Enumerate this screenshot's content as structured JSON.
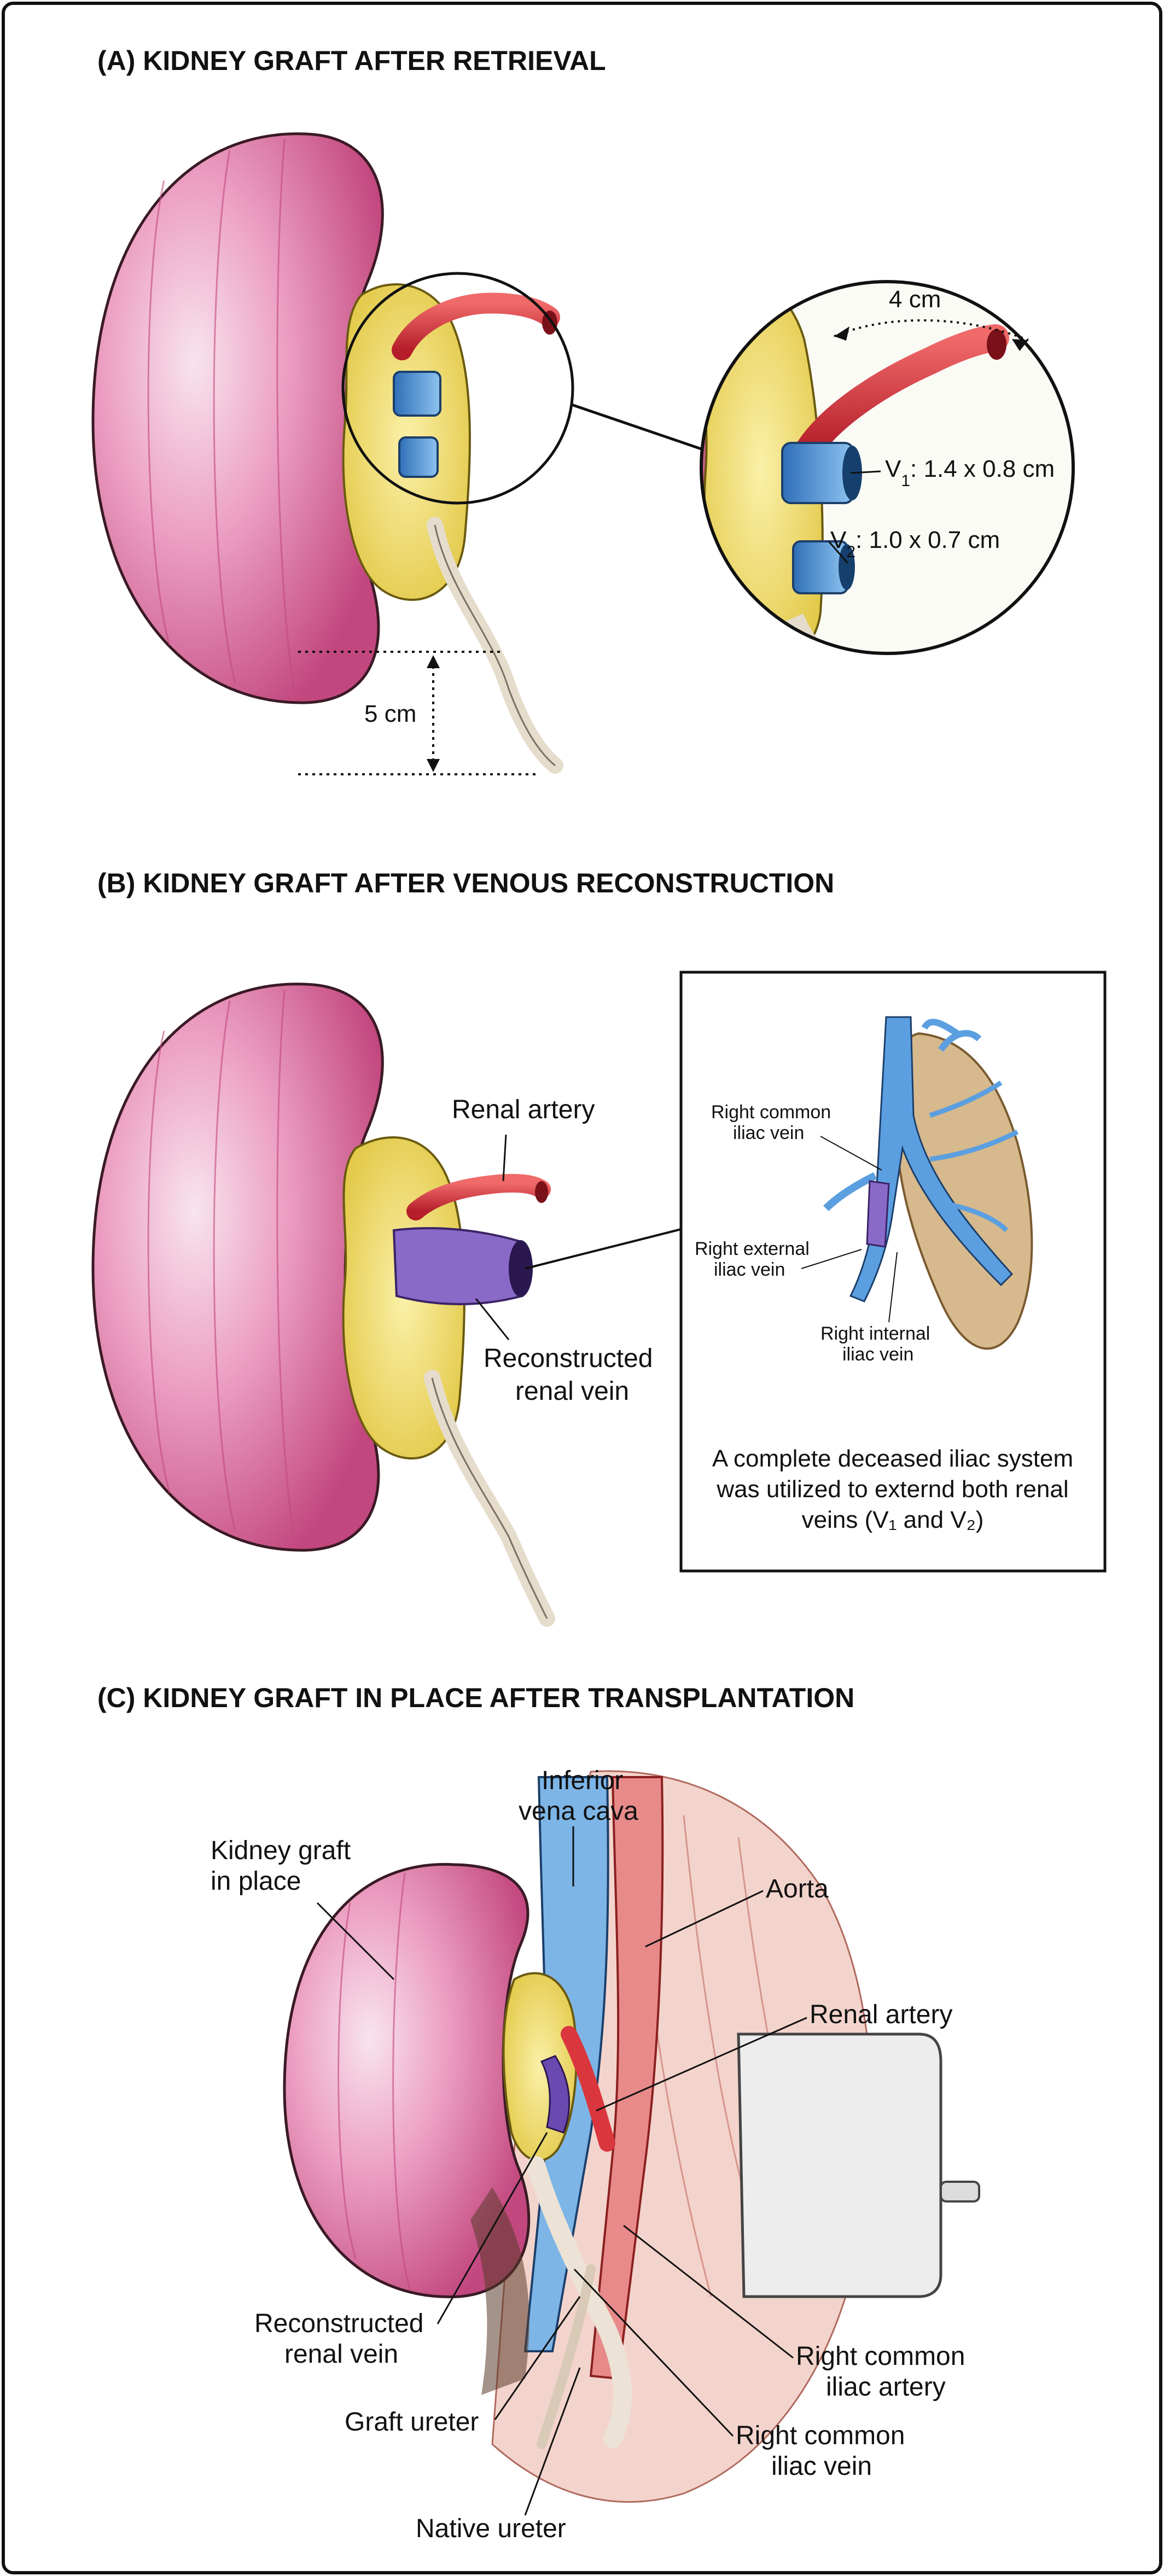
{
  "colors": {
    "kidney": "#e58bb0",
    "kidney_dark": "#c2477e",
    "fat": "#f4e07c",
    "artery": "#d9363e",
    "vein": "#4a90d6",
    "reconstruction": "#7a58b8",
    "ureter": "#ece3d6",
    "bone": "#d6b98d"
  },
  "panel_a": {
    "title": "(A) KIDNEY GRAFT AFTER RETRIEVAL",
    "artery_length": "4 cm",
    "ureter_length": "5 cm",
    "v1_letter": "V",
    "v1_sub": "1",
    "v1_dims": ": 1.4 x 0.8 cm",
    "v2_letter": "V",
    "v2_sub": "2",
    "v2_dims": ": 1.0 x 0.7 cm"
  },
  "panel_b": {
    "title": "(B)  KIDNEY GRAFT AFTER  VENOUS RECONSTRUCTION",
    "renal_artery": "Renal artery",
    "reconstructed_line1": "Reconstructed",
    "reconstructed_line2": "renal vein",
    "inset": {
      "right_common_line1": "Right common",
      "right_common_line2": "iliac vein",
      "right_external_line1": "Right external",
      "right_external_line2": "iliac vein",
      "right_internal_line1": "Right internal",
      "right_internal_line2": "iliac vein",
      "caption_line1": "A complete deceased iliac system",
      "caption_line2": "was utilized to externd both renal",
      "caption_line3": "veins (V₁ and V₂)"
    }
  },
  "panel_c": {
    "title": "(C)  KIDNEY GRAFT IN PLACE  AFTER TRANSPLANTATION",
    "ivc_line1": "Inferior",
    "ivc_line2": "vena cava",
    "kidney_line1": "Kidney graft",
    "kidney_line2": "in place",
    "aorta": "Aorta",
    "renal_artery": "Renal artery",
    "reconstructed_line1": "Reconstructed",
    "reconstructed_line2": "renal vein",
    "rc_artery_line1": "Right common",
    "rc_artery_line2": "iliac artery",
    "graft_ureter": "Graft ureter",
    "rc_vein_line1": "Right common",
    "rc_vein_line2": "iliac vein",
    "native_ureter": "Native ureter"
  }
}
